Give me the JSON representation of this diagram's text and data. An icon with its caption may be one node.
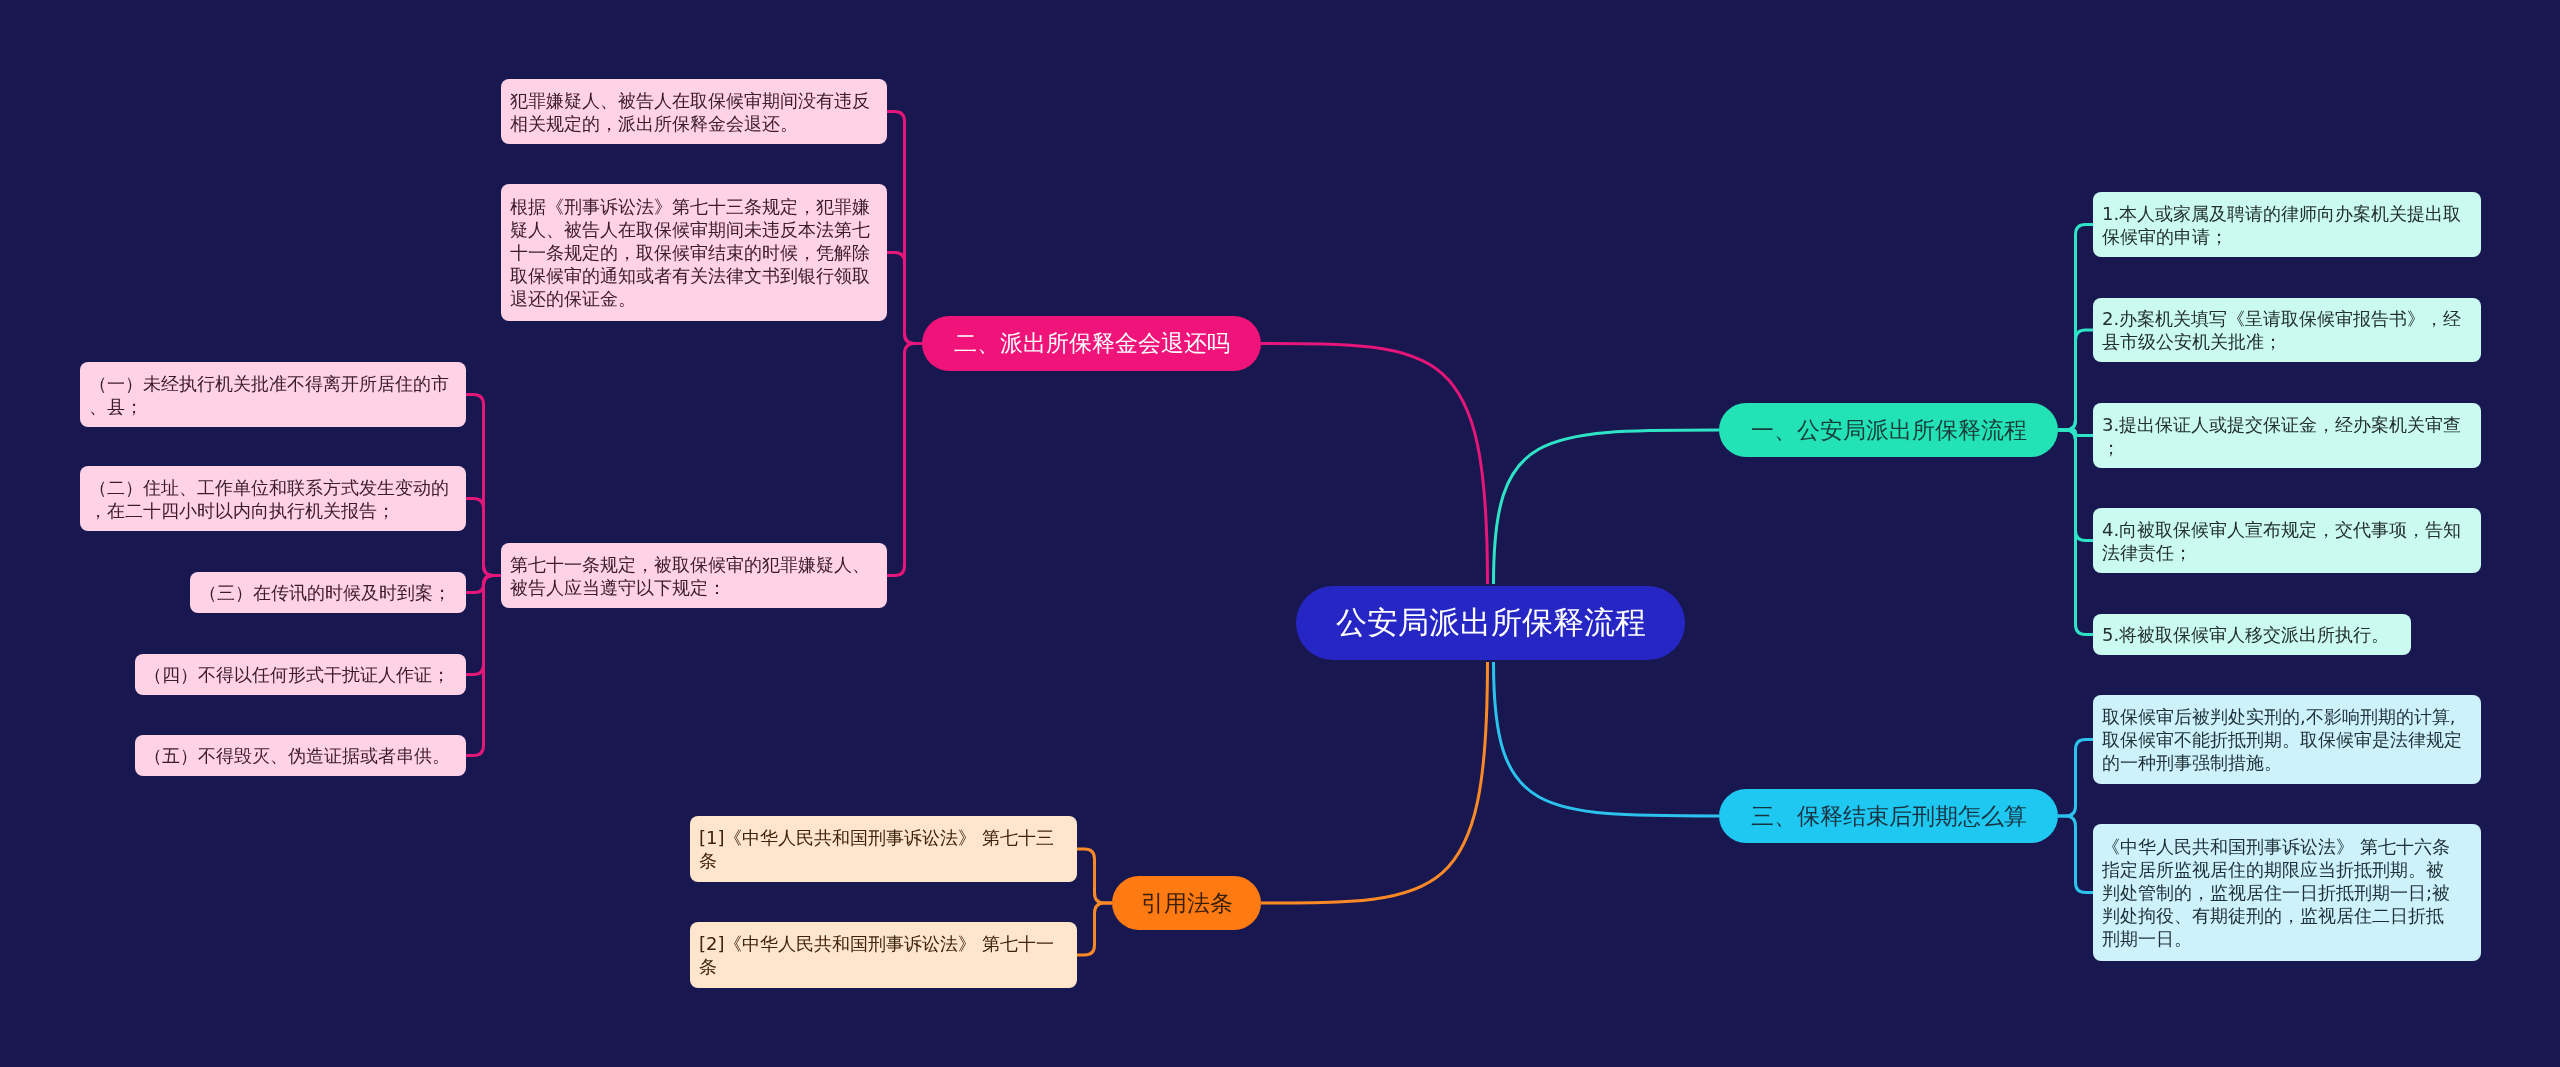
{
  "diagram": {
    "nodes": [
      {
        "text": [
          "公安局派出所保释流程"
        ]
      },
      {
        "text": [
          "一、公安局派出所保释流程"
        ]
      },
      {
        "text": [
          "1.本人或家属及聘请的律师向办案机关提出取保候审的申请；"
        ]
      },
      {
        "text": [
          "2.办案机关填写《呈请取保候审报告书》，经县市级公安机关批准；"
        ]
      },
      {
        "text": [
          "3.提出保证人或提交保证金，经办案机关审查；"
        ]
      },
      {
        "text": [
          "4.向被取保候审人宣布规定，交代事项，告知法律责任；"
        ]
      },
      {
        "text": [
          "5.将被取保候审人移交派出所执行。"
        ]
      },
      {
        "text": [
          "三、保释结束后刑期怎么算"
        ]
      },
      {
        "text": [
          "取保候审后被判处实刑的,不影响刑期的计算,取保候审不能折抵刑期。取保候审是法律规定的一种刑事强制措施。"
        ]
      },
      {
        "text": [
          "《中华人民共和国刑事诉讼法》 第七十六条指定居所监视居住的期限应当折抵刑期。被判处管制的，监视居住一日折抵刑期一日;被判处拘役、有期徒刑的，监视居住二日折抵刑期一日。"
        ]
      },
      {
        "text": [
          "二、派出所保释金会退还吗"
        ]
      },
      {
        "text": [
          "犯罪嫌疑人、被告人在取保候审期间没有违反相关规定的，派出所保释金会退还。"
        ]
      },
      {
        "text": [
          "根据《刑事诉讼法》第七十三条规定，犯罪嫌疑人、被告人在取保候审期间未违反本法第七十一条规定的，取保候审结束的时候，凭解除取保候审的通知或者有关法律文书到银行领取退还的保证金。"
        ]
      },
      {
        "text": [
          "第七十一条规定，被取保候审的犯罪嫌疑人、被告人应当遵守以下规定："
        ]
      },
      {
        "text": [
          "（一）未经执行机关批准不得离开所居住的市、县；"
        ]
      },
      {
        "text": [
          "（二）住址、工作单位和联系方式发生变动的，在二十四小时以内向执行机关报告；"
        ]
      },
      {
        "text": [
          "（三）在传讯的时候及时到案；"
        ]
      },
      {
        "text": [
          "（四）不得以任何形式干扰证人作证；"
        ]
      },
      {
        "text": [
          "（五）不得毁灭、伪造证据或者串供。"
        ]
      },
      {
        "text": [
          "引用法条"
        ]
      },
      {
        "text": [
          "[1]《中华人民共和国刑事诉讼法》 第七十三条"
        ]
      },
      {
        "text": [
          "[2]《中华人民共和国刑事诉讼法》 第七十一条"
        ]
      }
    ],
    "edges": [
      {
        "from": 0,
        "to": 1,
        "arrow": "none",
        "color": "#2ee3c6"
      },
      {
        "from": 1,
        "to": 2,
        "arrow": "none",
        "color": "#2ee3c6"
      },
      {
        "from": 1,
        "to": 3,
        "arrow": "none",
        "color": "#2ee3c6"
      },
      {
        "from": 1,
        "to": 4,
        "arrow": "none",
        "color": "#2ee3c6"
      },
      {
        "from": 1,
        "to": 5,
        "arrow": "none",
        "color": "#2ee3c6"
      },
      {
        "from": 1,
        "to": 6,
        "arrow": "none",
        "color": "#2ee3c6"
      },
      {
        "from": 0,
        "to": 7,
        "arrow": "none",
        "color": "#2cc2ee"
      },
      {
        "from": 7,
        "to": 8,
        "arrow": "none",
        "color": "#2cc2ee"
      },
      {
        "from": 7,
        "to": 9,
        "arrow": "none",
        "color": "#2cc2ee"
      },
      {
        "from": 0,
        "to": 10,
        "arrow": "none",
        "color": "#e5167a"
      },
      {
        "from": 10,
        "to": 11,
        "arrow": "none",
        "color": "#e5167a"
      },
      {
        "from": 10,
        "to": 12,
        "arrow": "none",
        "color": "#e5167a"
      },
      {
        "from": 10,
        "to": 13,
        "arrow": "none",
        "color": "#e5167a"
      },
      {
        "from": 13,
        "to": 14,
        "arrow": "none",
        "color": "#e5167a"
      },
      {
        "from": 13,
        "to": 15,
        "arrow": "none",
        "color": "#e5167a"
      },
      {
        "from": 13,
        "to": 16,
        "arrow": "none",
        "color": "#e5167a"
      },
      {
        "from": 13,
        "to": 17,
        "arrow": "none",
        "color": "#e5167a"
      },
      {
        "from": 13,
        "to": 18,
        "arrow": "none",
        "color": "#e5167a"
      },
      {
        "from": 0,
        "to": 19,
        "arrow": "none",
        "color": "#fb8a26"
      },
      {
        "from": 19,
        "to": 20,
        "arrow": "none",
        "color": "#fb8a26"
      },
      {
        "from": 19,
        "to": 21,
        "arrow": "none",
        "color": "#fb8a26"
      }
    ]
  }
}
